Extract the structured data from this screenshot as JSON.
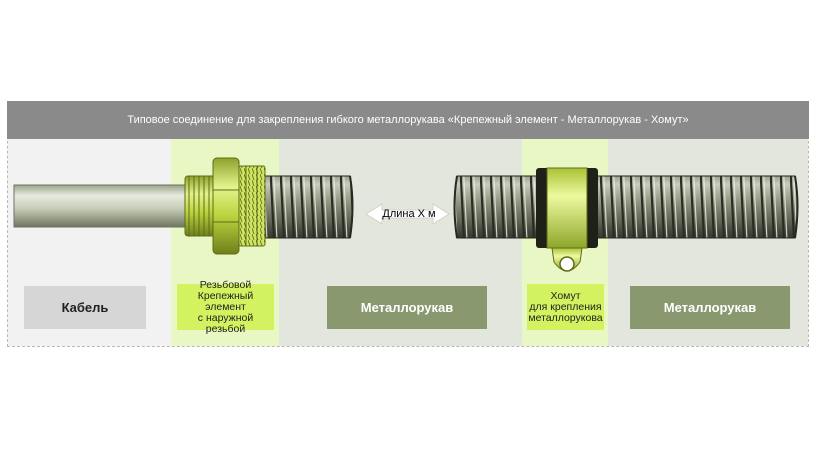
{
  "header": {
    "title": "Типовое соединение для закрепления гибкого металлорукава «Крепежный элемент - Металлорукав - Хомут»"
  },
  "labels": {
    "cable": "Кабель",
    "fitting_line1": "Резьбовой",
    "fitting_line2": "Крепежный элемент",
    "fitting_line3": "с наружной резьбой",
    "hose_left": "Металлорукав",
    "length": "Длина Х м",
    "clamp_line1": "Хомут",
    "clamp_line2": "для крепления",
    "clamp_line3": "металлорукова",
    "hose_right": "Металлорукав"
  },
  "colors": {
    "header_bg": "#8a8a8a",
    "zone_cable": "#f2f2f2",
    "zone_accent": "#e9f7c4",
    "zone_hose": "#e3e6dd",
    "label_cable": "#d6d6d6",
    "label_accent": "#d3f25f",
    "label_hose": "#8a9870"
  }
}
